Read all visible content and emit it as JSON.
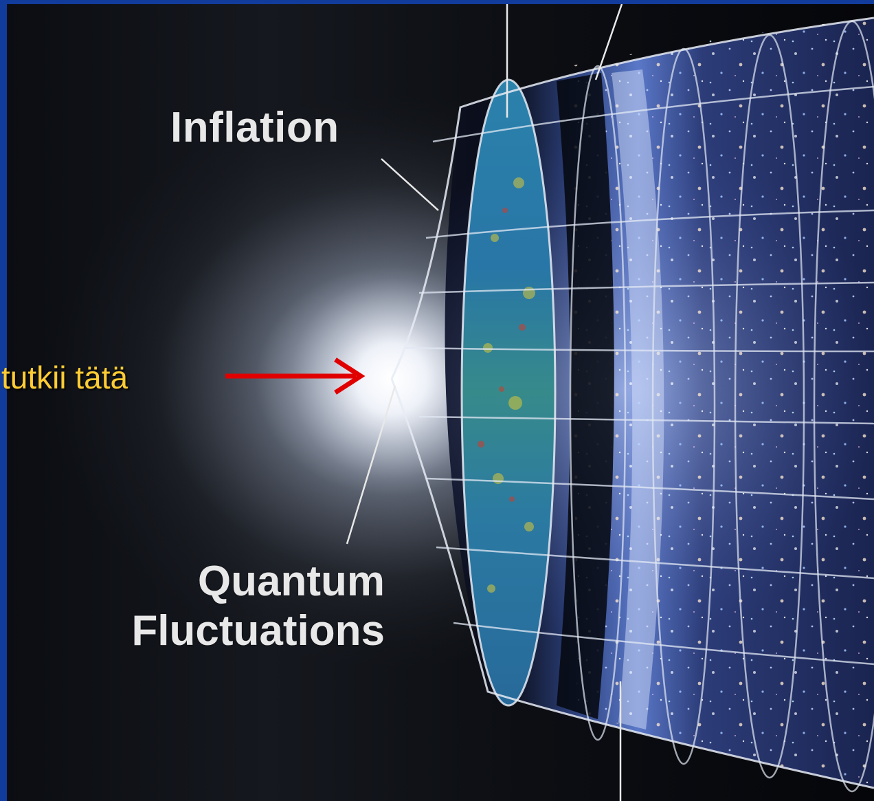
{
  "labels": {
    "inflation": "Inflation",
    "quantum_line1": "Quantum",
    "quantum_line2": "Fluctuations"
  },
  "annotation": {
    "text": "tutkii tätä",
    "color": "#ffcc33",
    "arrow_color": "#e00000"
  },
  "colors": {
    "slide_background": "#123c9c",
    "space_background": "#0b0d12"
  }
}
